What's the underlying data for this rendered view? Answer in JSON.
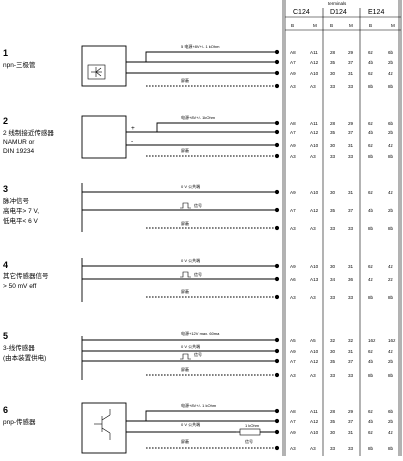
{
  "header": {
    "terminals_label": "terminals",
    "groups": [
      {
        "name": "C124",
        "cols": [
          "B",
          "M"
        ]
      },
      {
        "name": "D124",
        "cols": [
          "B",
          "M"
        ]
      },
      {
        "name": "E124",
        "cols": [
          "B",
          "M"
        ]
      }
    ]
  },
  "sections": [
    {
      "num": "1",
      "desc": [
        "npn-三极管"
      ],
      "labels": [
        "5 电源+8V+/- 1 kOhm",
        "屏蔽"
      ],
      "rows": [
        [
          "A8",
          "A11",
          "28",
          "29",
          "6z",
          "6b"
        ],
        [
          "A7",
          "A12",
          "35",
          "37",
          "4b",
          "2b"
        ],
        [
          "A9",
          "A10",
          "30",
          "31",
          "6z",
          "4z"
        ],
        [
          "A3",
          "A3",
          "33",
          "33",
          "8b",
          "8b"
        ]
      ]
    },
    {
      "num": "2",
      "desc": [
        "2 线制接近传感器",
        "NAMUR or",
        "DIN 19234"
      ],
      "labels": [
        "电源+8V+/- 1kOhm",
        "屏蔽"
      ],
      "polarity": [
        "+",
        "-"
      ],
      "rows": [
        [
          "A8",
          "A11",
          "28",
          "29",
          "6z",
          "6b"
        ],
        [
          "A7",
          "A12",
          "35",
          "37",
          "4b",
          "2b"
        ],
        [
          "A9",
          "A10",
          "30",
          "31",
          "6z",
          "4z"
        ],
        [
          "A3",
          "A3",
          "33",
          "33",
          "8b",
          "8b"
        ]
      ]
    },
    {
      "num": "3",
      "desc": [
        "脉冲信号",
        "高电平> 7 V,",
        "低电平< 6 V"
      ],
      "labels": [
        "0 V 公共端",
        "信号",
        "屏蔽"
      ],
      "rows": [
        [
          "A9",
          "A10",
          "30",
          "31",
          "6z",
          "4z"
        ],
        [
          "A7",
          "A12",
          "35",
          "37",
          "4b",
          "2b"
        ],
        [
          "A3",
          "A3",
          "33",
          "33",
          "8b",
          "8b"
        ]
      ]
    },
    {
      "num": "4",
      "desc": [
        "其它传感器信号",
        "> 50 mV eff"
      ],
      "labels": [
        "0 V 公共端",
        "信号",
        "屏蔽"
      ],
      "rows": [
        [
          "A9",
          "A10",
          "30",
          "31",
          "6z",
          "4z"
        ],
        [
          "A6",
          "A13",
          "34",
          "36",
          "4z",
          "2z"
        ],
        [
          "A3",
          "A3",
          "33",
          "33",
          "8b",
          "8b"
        ]
      ]
    },
    {
      "num": "5",
      "desc": [
        "3-线传感器",
        "(由本装置供电)"
      ],
      "labels": [
        "电源+12V max. 60ma",
        "0 V 公共端",
        "信号",
        "屏蔽"
      ],
      "rows": [
        [
          "A5",
          "A5",
          "32",
          "32",
          "16z",
          "16z"
        ],
        [
          "A9",
          "A10",
          "30",
          "31",
          "6z",
          "4z"
        ],
        [
          "A7",
          "A12",
          "35",
          "37",
          "4b",
          "2b"
        ],
        [
          "A3",
          "A3",
          "33",
          "33",
          "8b",
          "8b"
        ]
      ]
    },
    {
      "num": "6",
      "desc": [
        "pnp-传感器"
      ],
      "labels": [
        "电源+8V+/- 1 kOhm",
        "0 V 公共端",
        "1 kOhm",
        "屏蔽",
        "信号"
      ],
      "rows": [
        [
          "A8",
          "A11",
          "28",
          "29",
          "6z",
          "6b"
        ],
        [
          "A7",
          "A12",
          "35",
          "37",
          "4b",
          "2b"
        ],
        [
          "A9",
          "A10",
          "30",
          "31",
          "6z",
          "4z"
        ],
        [
          "A3",
          "A3",
          "33",
          "33",
          "8b",
          "8b"
        ]
      ]
    }
  ]
}
